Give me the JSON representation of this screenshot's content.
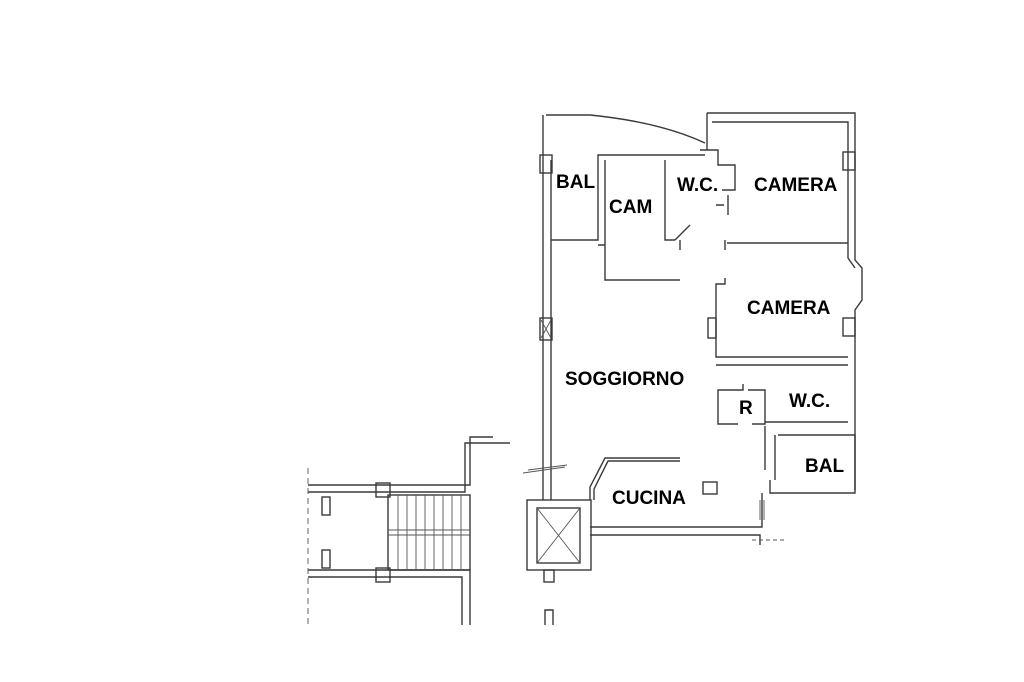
{
  "floor_plan": {
    "rooms": [
      {
        "id": "bal-1",
        "label": "BAL"
      },
      {
        "id": "cam",
        "label": "CAM"
      },
      {
        "id": "wc-1",
        "label": "W.C."
      },
      {
        "id": "camera-1",
        "label": "CAMERA"
      },
      {
        "id": "camera-2",
        "label": "CAMERA"
      },
      {
        "id": "soggiorno",
        "label": "SOGGIORNO"
      },
      {
        "id": "ripostiglio",
        "label": "R"
      },
      {
        "id": "wc-2",
        "label": "W.C."
      },
      {
        "id": "bal-2",
        "label": "BAL"
      },
      {
        "id": "cucina",
        "label": "CUCINA"
      }
    ]
  }
}
